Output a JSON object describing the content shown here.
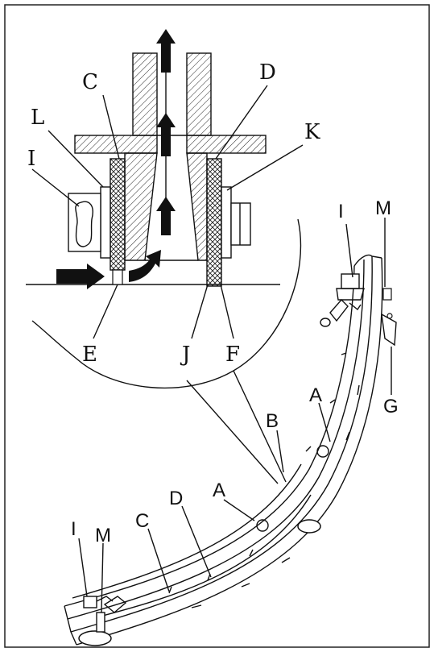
{
  "detail_labels": {
    "C": "C",
    "D": "D",
    "L": "L",
    "K": "K",
    "I": "I",
    "E": "E",
    "J": "J",
    "F": "F"
  },
  "main_labels": {
    "I_top": "I",
    "M_top": "M",
    "G": "G",
    "A_right": "A",
    "B": "B",
    "A_left": "A",
    "D": "D",
    "C": "C",
    "I_bottom": "I",
    "M_bottom": "M"
  },
  "colors": {
    "ink": "#111111",
    "arrow": "#111111",
    "background": "#ffffff"
  },
  "icons": [
    "flow-arrow-up",
    "flow-arrow-right",
    "flow-arrow-curved"
  ]
}
